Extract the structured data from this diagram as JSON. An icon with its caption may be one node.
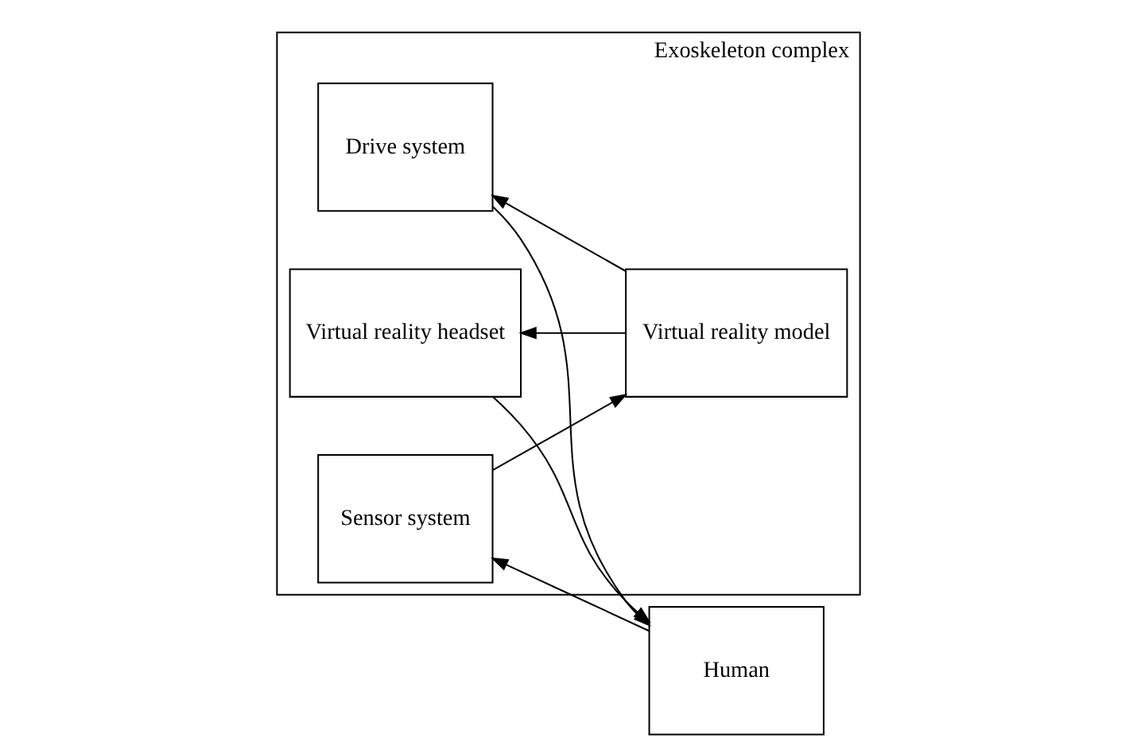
{
  "diagram": {
    "nodes": [
      {
        "text": [
          "Exoskeleton complex"
        ]
      },
      {
        "text": [
          "Sensor system"
        ],
        "in": 0
      },
      {
        "text": [
          "Human"
        ]
      },
      {
        "text": [
          "Drive system"
        ],
        "in": 0
      },
      {
        "text": [
          "Virtual reality model"
        ],
        "in": 0
      },
      {
        "text": [
          "Virtual reality headset"
        ],
        "in": 0
      }
    ],
    "edges": [
      {
        "from": 2,
        "to": 1,
        "arrow": "to"
      },
      {
        "from": 1,
        "to": 4,
        "arrow": "to"
      },
      {
        "from": 4,
        "to": 3,
        "arrow": "to"
      },
      {
        "from": 3,
        "to": 2,
        "arrow": "to"
      },
      {
        "from": 4,
        "to": 5,
        "arrow": "to"
      },
      {
        "from": 5,
        "to": 2,
        "arrow": "to"
      }
    ]
  }
}
